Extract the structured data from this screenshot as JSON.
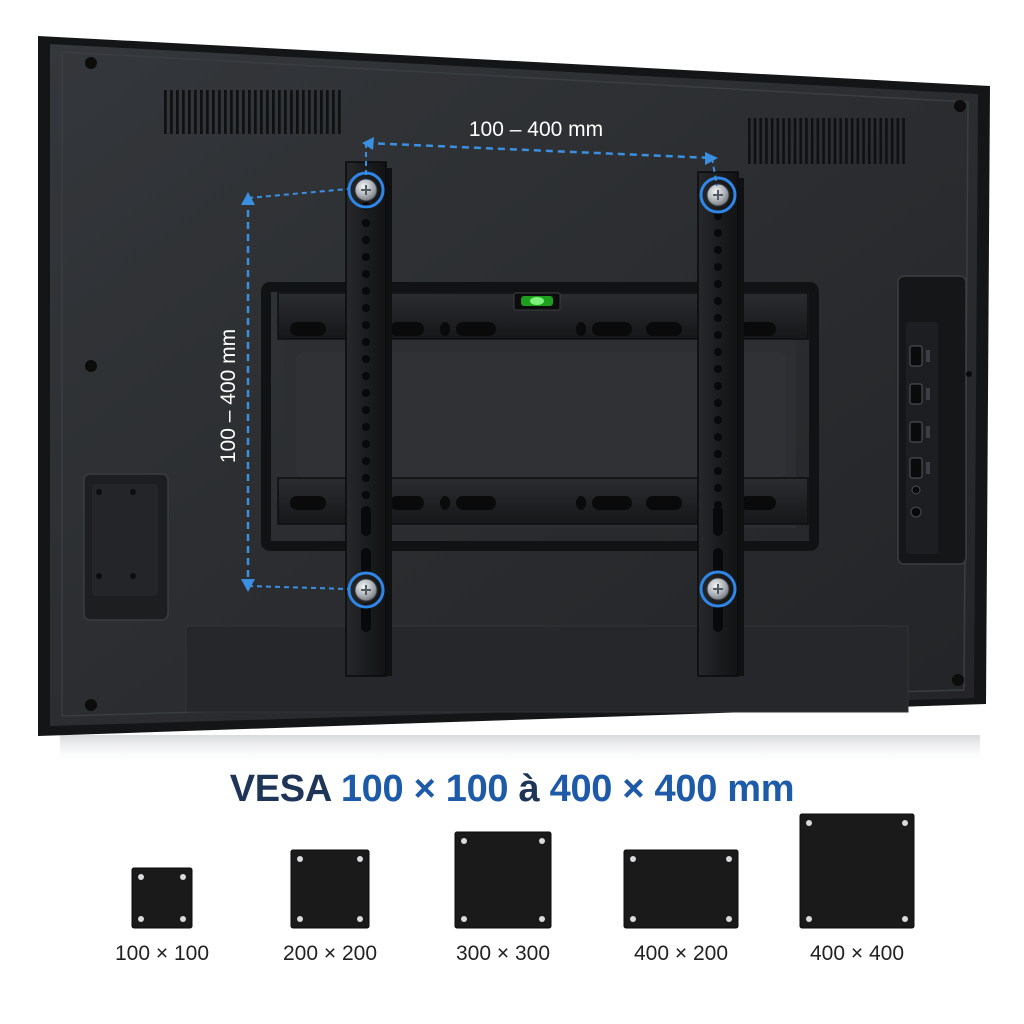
{
  "colors": {
    "heading_dark": "#1f3557",
    "heading_blue": "#1d5aa8",
    "dimension_line": "#3b8fe0",
    "screw_highlight": "#2f86e6",
    "level_bubble": "#2fc12f",
    "tv_back": "#2b2d30",
    "bracket": "#1c1d1f"
  },
  "dimensions": {
    "horizontal_label": "100 – 400 mm",
    "vertical_label": "100 – 400 mm"
  },
  "heading": {
    "prefix": "VESA",
    "from_pattern": "100 × 100",
    "connector": "à",
    "to_pattern": "400 × 400 mm"
  },
  "patterns": [
    {
      "label": "100 × 100",
      "width_mm": 100,
      "height_mm": 100
    },
    {
      "label": "200 × 200",
      "width_mm": 200,
      "height_mm": 200
    },
    {
      "label": "300 × 300",
      "width_mm": 300,
      "height_mm": 300
    },
    {
      "label": "400 × 200",
      "width_mm": 400,
      "height_mm": 200
    },
    {
      "label": "400 × 400",
      "width_mm": 400,
      "height_mm": 400
    }
  ],
  "icons": {
    "level": "bubble-level-icon",
    "screw": "screw-icon",
    "ports": "hdmi-port-icon"
  }
}
